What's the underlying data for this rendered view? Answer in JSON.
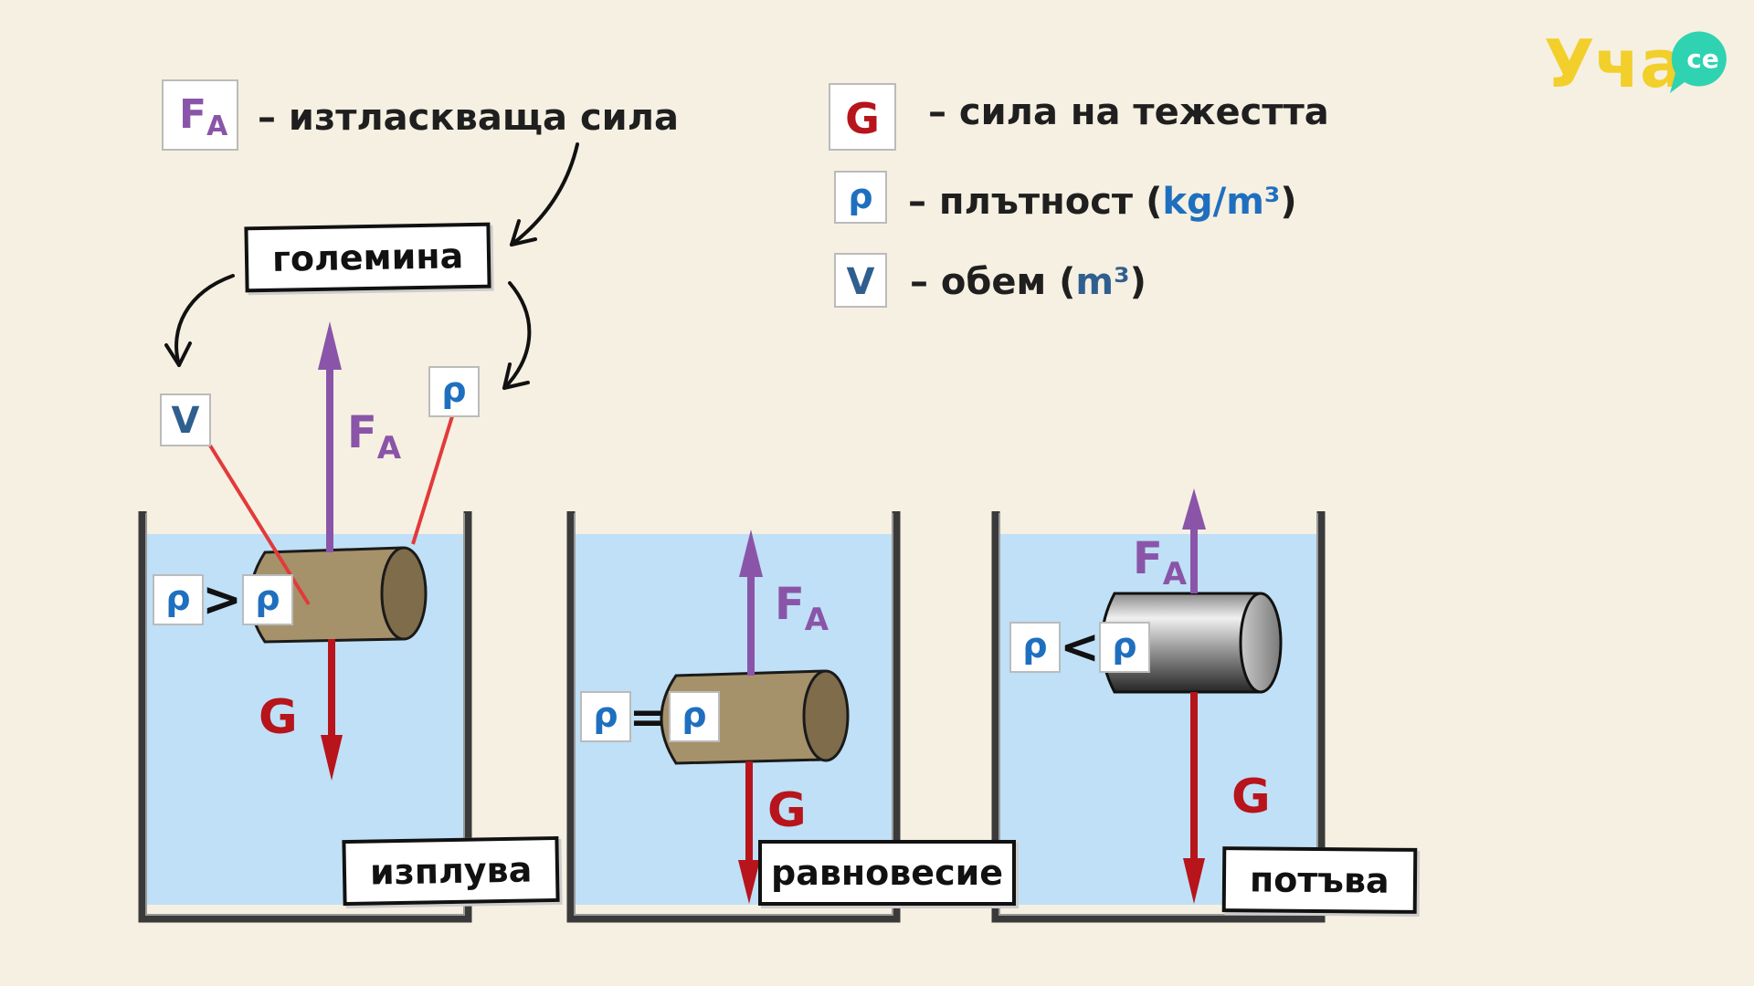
{
  "brand": {
    "logo_text": "Уча",
    "logo_badge": "се"
  },
  "colors": {
    "fa": "#8a55a8",
    "g": "#b7141b",
    "rho": "#1f6fbf",
    "v": "#2f5f8f",
    "water": "#bfe0f6",
    "wood": "#a6926a",
    "pointer": "#e23a3a"
  },
  "symbols": {
    "fa_main": "F",
    "fa_sub": "A",
    "g": "G",
    "rho": "ρ",
    "v": "V",
    "cmp_greater": ">",
    "cmp_equal": "=",
    "cmp_less": "<"
  },
  "legend": {
    "fa_desc": "– изтласкваща сила",
    "g_desc": "– сила на тежестта",
    "rho_desc": "– плътност",
    "rho_unit_open": "(",
    "rho_unit": "kg/m³",
    "rho_unit_close": ")",
    "v_desc": "– обем",
    "v_unit_open": "(",
    "v_unit": "m³",
    "v_unit_close": ")"
  },
  "magnitude_label": "големина",
  "states": {
    "floats": "изплува",
    "equilibrium": "равновесие",
    "sinks": "потъва"
  }
}
